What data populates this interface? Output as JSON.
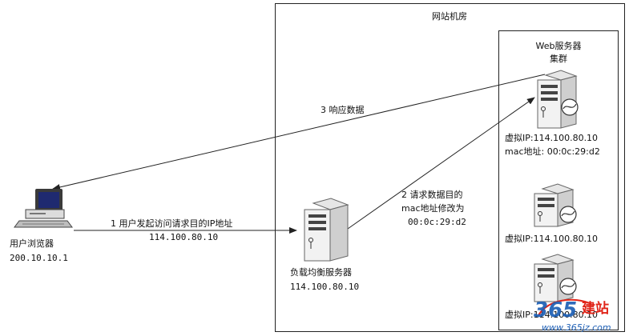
{
  "datacenter": {
    "title": "网站机房"
  },
  "cluster": {
    "title_line1": "Web服务器",
    "title_line2": "集群"
  },
  "browser": {
    "label": "用户浏览器",
    "ip": "200.10.10.1"
  },
  "load_balancer": {
    "label": "负载均衡服务器",
    "ip": "114.100.80.10"
  },
  "servers": [
    {
      "ip_label": "虚拟IP:114.100.80.10",
      "mac_label": "mac地址: 00:0c:29:d2"
    },
    {
      "ip_label": "虚拟IP:114.100.80.10"
    },
    {
      "ip_label": "虚拟IP:114.100.80.10"
    }
  ],
  "arrows": {
    "step1": {
      "line1": "1 用户发起访问请求目的IP地址",
      "line2": "114.100.80.10"
    },
    "step2": {
      "line1": "2 请求数据目的",
      "line2": "mac地址修改为",
      "line3": "00:0c:29:d2"
    },
    "step3": {
      "line1": "3 响应数据"
    }
  },
  "watermark": {
    "num": "365",
    "brand": "建站",
    "url": "www.365jz.com"
  },
  "colors": {
    "line": "#222222",
    "server_body": "#f2f2f2",
    "server_shade": "#cfcfcf",
    "monitor": "#3a3a3a",
    "screen": "#1f2a70",
    "watermark_red": "#e02418",
    "watermark_blue": "#1d5fb5"
  }
}
